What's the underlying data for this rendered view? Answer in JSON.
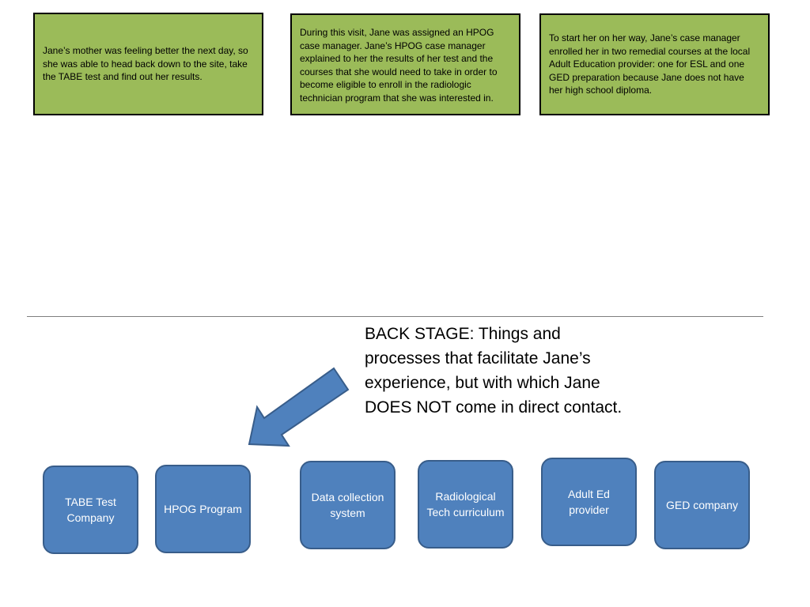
{
  "story_boxes": [
    "Jane’s mother was feeling better the next day, so she was able to head back down to the site, take the TABE test and find out her results.",
    "During this visit, Jane was assigned an HPOG case manager.   Jane’s HPOG case manager explained to her the results of her test and the courses that she would need to take in order to become eligible to enroll in the radiologic technician program that she was interested in.",
    "To start her on her way, Jane’s case manager enrolled her in two remedial courses at the local Adult Education provider: one for ESL and one GED preparation because Jane does not have her high school diploma."
  ],
  "backstage_text": "BACK STAGE: Things and processes that facilitate Jane’s experience, but with which Jane DOES NOT come in direct contact.",
  "backstage_nodes": [
    "TABE Test Company",
    "HPOG Program",
    "Data collection system",
    "Radiological Tech curriculum",
    "Adult Ed provider",
    "GED company"
  ],
  "colors": {
    "story_box_fill": "#9bbb59",
    "node_fill": "#4f81bd",
    "node_border": "#385d8a",
    "divider": "#7f7f7f"
  }
}
